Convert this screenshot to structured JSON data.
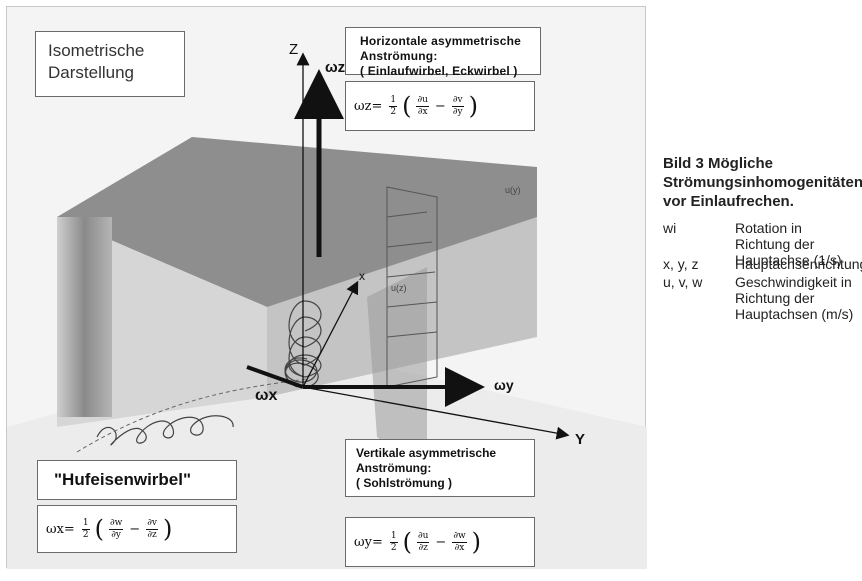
{
  "diagram": {
    "iso_label_line1": "Isometrische",
    "iso_label_line2": "Darstellung",
    "horizontal_title": "Horizontale asymmetrische Anströmung:",
    "horizontal_sub": "( Einlaufwirbel, Eckwirbel )",
    "vertical_title1": "Vertikale asymmetrische",
    "vertical_title2": "Anströmung:",
    "vertical_sub": "( Sohlströmung )",
    "hufeisen_label": "\"Hufeisenwirbel\"",
    "axis_z": "Z",
    "axis_y": "Y",
    "axis_x": "x",
    "omega_z": "ωz",
    "omega_x": "ωx",
    "omega_y": "ωy",
    "u_y": "u(y)",
    "u_z": "u(z)",
    "eq_z": {
      "lhs": "ωz=",
      "half": [
        "1",
        "2"
      ],
      "f1": [
        "∂u",
        "∂x"
      ],
      "op": "−",
      "f2": [
        "∂v",
        "∂y"
      ]
    },
    "eq_x": {
      "lhs": "ωx=",
      "half": [
        "1",
        "2"
      ],
      "f1": [
        "∂w",
        "∂y"
      ],
      "op": "−",
      "f2": [
        "∂v",
        "∂z"
      ]
    },
    "eq_y": {
      "lhs": "ωy=",
      "half": [
        "1",
        "2"
      ],
      "f1": [
        "∂u",
        "∂z"
      ],
      "op": "−",
      "f2": [
        "∂w",
        "∂x"
      ]
    }
  },
  "caption": {
    "title": "Bild 3  Mögliche Strömungsinhomogenitäten vor Einlaufrechen.",
    "legend": [
      {
        "sym": "wi",
        "desc": "Rotation in Richtung der Hauptachse (1/s)"
      },
      {
        "sym": "x, y, z",
        "desc": "Hauptachsenrichtungen"
      },
      {
        "sym": "u, v, w",
        "desc": "Geschwindigkeit in Richtung der Hauptachsen (m/s)"
      }
    ]
  },
  "colors": {
    "wall_face": "#bdbdbd",
    "wall_top": "#8e8e8e",
    "floor": "#e6e6e6",
    "ink": "#111111"
  }
}
